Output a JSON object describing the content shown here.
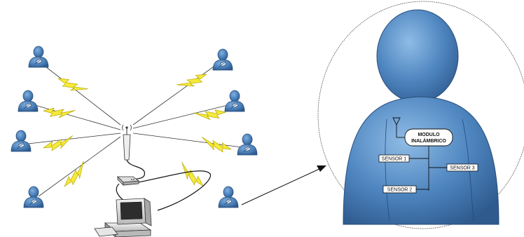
{
  "diagram": {
    "module_label_line1": "MODULO",
    "module_label_line2": "INALÁMBRICO",
    "sensor_1": "SENSOR 1",
    "sensor_2": "SENSOR 2",
    "sensor_3": "SENSOR 3"
  },
  "colors": {
    "person_fill": "#4a7fb8",
    "person_stroke": "#2a4f7c",
    "lightning_fill": "#f5ea3a",
    "lightning_stroke": "#b8a800",
    "line": "#222222"
  },
  "icons": {
    "people": "person-with-device-icon",
    "antenna": "antenna-icon",
    "router": "router-icon",
    "computer": "computer-icon",
    "lightning": "wireless-signal-bolt-icon"
  }
}
